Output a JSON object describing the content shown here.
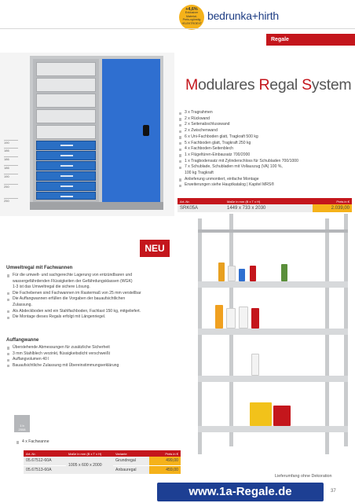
{
  "header": {
    "badge_big": "+4,6%",
    "badge_lines": [
      "Exklusiver",
      "Material-",
      "Preis-vgünstig"
    ],
    "badge_small": "+ELEKTROEXT",
    "brand": "bedrunka+hirth",
    "section": "Regale"
  },
  "product": {
    "title_parts": [
      {
        "text": "M",
        "hi": true
      },
      {
        "text": "odulares ",
        "hi": false
      },
      {
        "text": "R",
        "hi": true
      },
      {
        "text": "egal ",
        "hi": false
      },
      {
        "text": "S",
        "hi": true
      },
      {
        "text": "ystem",
        "hi": false
      }
    ],
    "features": [
      "3 x Tragrahmen",
      "2 x Rückwand",
      "2 x Seitenabschlusswand",
      "2 x Zwischenwand",
      "6 x Uni-Fachboden glatt, Tragkraft 500 kg",
      "5 x Fachboden glatt, Tragkraft 250 kg",
      "4 x Fachboden-Seitenblech",
      "1 x Flügeltüren-Einbausatz 700/2000",
      "1 x Tragbodensatz mit Zylinderschloss für Schubladen 700/1000",
      "7 x Schublade, Schubladen mit Vollauszug (VA) 100 %,",
      "100 kg Tragkraft",
      "Anlieferung unmontiert, einfache Montage",
      "Erweiterungen siehe Hauptkatalog | Kapitel MRS®"
    ],
    "table_head": [
      "Art.-Nr.",
      "Maße in mm (B x T x H)",
      "Preis in €"
    ],
    "table_row": [
      "SRK05A",
      "1449 x 733 x 2030",
      "2.039,00"
    ],
    "dims": [
      "190",
      "186",
      "186",
      "186",
      "190",
      "250",
      "250"
    ]
  },
  "neu": "NEU",
  "umwelt": {
    "heading": "Umweltregal mit Fachwannen",
    "items": [
      "Für die umwelt- und sachgerechte Lagerung von entzündbaren und",
      "wassergefährdenden Flüssigkeiten der Gefährdungsklassen (WGK)",
      "1-3 ist das Umweltregal die sichere Lösung.",
      "Die Fachebenen sind Fachwannen im Rastermaß von 25 mm verstellbar",
      "Die Auffangwannen erfüllen die Vorgaben der bauaufsichtlichen",
      "Zulassung.",
      "Als Abdeckboden wird ein Stahlfachboden, Fachlast 150 kg, mitgeliefert.",
      "Die Montage dieses Regals erfolgt mit Längenriegel."
    ]
  },
  "auffang": {
    "heading": "Auffangwanne",
    "items": [
      "Überstehende Abmessungen für zusätzliche Sicherheit",
      "3 mm Stahlblech verzinkt, flüssigkeitsdicht verschweißt",
      "Auffangvolumen 40 l",
      "Bauaufsichtliche Zulassung mit Übereinstimmungserklärung"
    ]
  },
  "cert": {
    "line1": "1 b",
    "line2": "2008"
  },
  "bottom": {
    "note": "4 x Fachwanne",
    "table_head": [
      "Art.-Nr.",
      "Maße in mm (B x T x H)",
      "Variante",
      "Preis in €"
    ],
    "rows": [
      {
        "art": "05.67512-60A",
        "variant": "Grundregal",
        "price": "499,00"
      },
      {
        "art": "05.67513-60A",
        "variant": "Anbauregal",
        "price": "459,00"
      }
    ],
    "dims": "1005 x 600 x 2000",
    "delivery": "Lieferumfang ohne Dekoration",
    "url": "www.1a-Regale.de",
    "page": "37"
  }
}
